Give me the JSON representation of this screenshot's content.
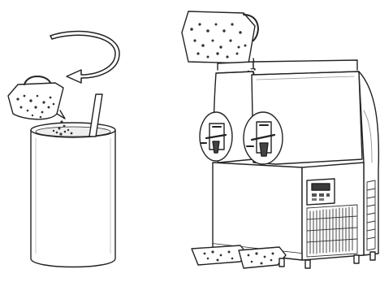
{
  "figure": {
    "description_text": "",
    "panels": [
      {
        "id": "left",
        "content": "pitcher-pour-into-tall-cup"
      },
      {
        "id": "right",
        "content": "pitcher-pour-into-slush-machine"
      }
    ],
    "icons": [
      "rotate-arrow-icon",
      "pitcher-icon",
      "cup-icon",
      "straw-icon",
      "slush-machine-icon",
      "drip-tray-icon",
      "control-panel-icon"
    ],
    "colors": {
      "stroke": "#222222",
      "fill": "#ffffff",
      "shade": "#d9d9d9",
      "dark": "#3a3a3a"
    }
  }
}
